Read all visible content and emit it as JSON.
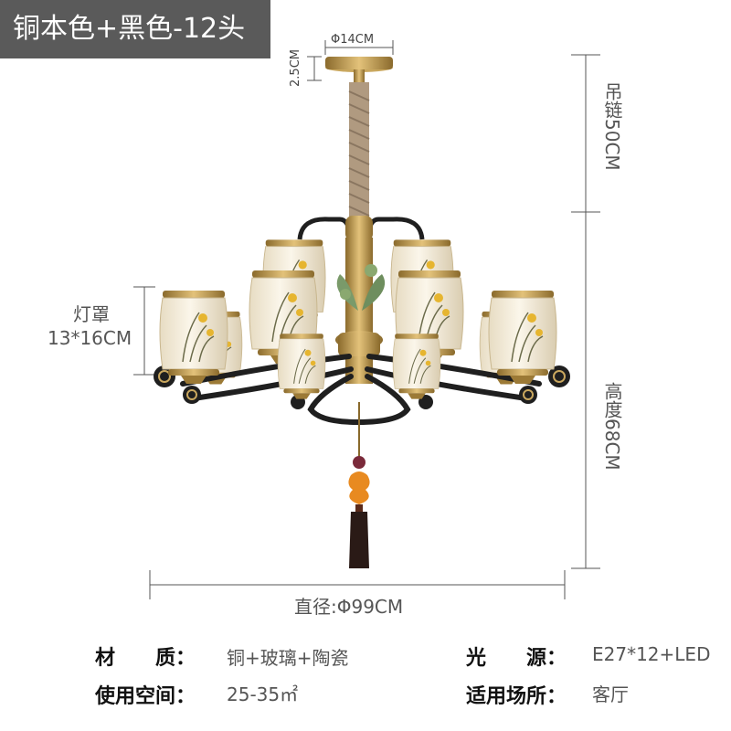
{
  "title": "铜本色+黑色-12头",
  "dimensions": {
    "canopy_diameter": "Φ14CM",
    "canopy_height": "2.5CM",
    "chain_length": "吊链50CM",
    "height": "高度68CM",
    "shade_label": "灯罩",
    "shade_size": "13*16CM",
    "diameter": "直径:Φ99CM"
  },
  "specs": {
    "material_label": "材　　质：",
    "material_value": "铜+玻璃+陶瓷",
    "light_source_label": "光　　源：",
    "light_source_value": "E27*12+LED",
    "area_label": "使用空间：",
    "area_value": "25-35㎡",
    "place_label": "适用场所：",
    "place_value": "客厅"
  },
  "colors": {
    "brass": "#b8954a",
    "black": "#222222",
    "glass": "#f3ead8",
    "badge": "#5a5a5a"
  }
}
